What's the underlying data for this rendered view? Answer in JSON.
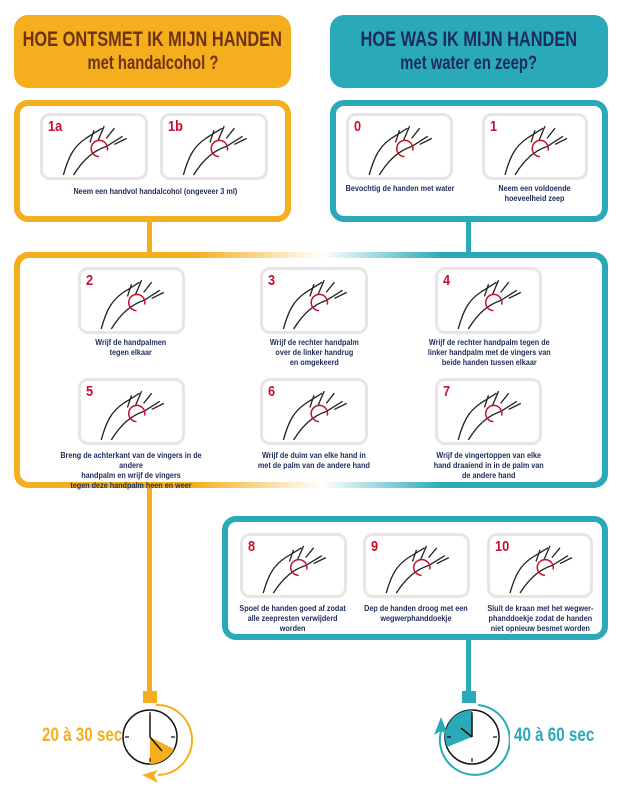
{
  "colors": {
    "orange": "#F5AE1E",
    "teal": "#2AAAB8",
    "navy": "#1D2B5C",
    "brown": "#6E3311",
    "red": "#C8102E"
  },
  "alcohol": {
    "title_line1": "HOE ONTSMET IK MIJN HANDEN",
    "title_line2": "met handalcohol ?",
    "steps": [
      {
        "num": "1a"
      },
      {
        "num": "1b"
      }
    ],
    "caption": "Neem een handvol handalcohol (ongeveer 3 ml)",
    "time": "20 à 30 sec"
  },
  "water": {
    "title_line1": "HOE WAS IK MIJN HANDEN",
    "title_line2": "met water en zeep?",
    "steps": [
      {
        "num": "0",
        "caption": "Bevochtig de handen met water"
      },
      {
        "num": "1",
        "caption": "Neem een voldoende\nhoeveelheid zeep"
      }
    ],
    "time": "40 à 60 sec"
  },
  "shared_steps": [
    {
      "num": "2",
      "caption": "Wrijf de handpalmen\ntegen elkaar"
    },
    {
      "num": "3",
      "caption": "Wrijf de rechter handpalm\nover de linker handrug\nen omgekeerd"
    },
    {
      "num": "4",
      "caption": "Wrijf de rechter handpalm tegen de\nlinker handpalm met de vingers van\nbeide handen tussen elkaar"
    },
    {
      "num": "5",
      "caption": "Breng de achterkant van de vingers in de andere\nhandpalm en wrijf de vingers\ntegen deze handpalm heen en weer"
    },
    {
      "num": "6",
      "caption": "Wrijf de duim van elke hand in\nmet de palm van de andere hand"
    },
    {
      "num": "7",
      "caption": "Wrijf de vingertoppen van elke\nhand draaiend in in de palm van\nde andere hand"
    }
  ],
  "water_final_steps": [
    {
      "num": "8",
      "caption": "Spoel de handen goed af zodat\nalle zeepresten verwijderd\nworden"
    },
    {
      "num": "9",
      "caption": "Dep de handen droog met een\nwegwerphanddoekje"
    },
    {
      "num": "10",
      "caption": "Sluit de kraan met het wegwer-\nphanddoekje zodat de handen\nniet opnieuw besmet worden"
    }
  ]
}
